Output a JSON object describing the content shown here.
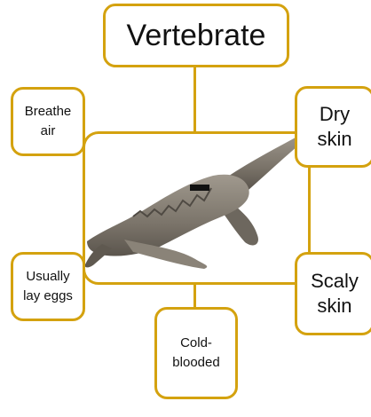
{
  "diagram": {
    "title": "Vertebrate",
    "center_image": "crocodile",
    "accent_color": "#d4a20f",
    "traits": {
      "breathe_air": "Breathe\nair",
      "dry_skin": "Dry\nskin",
      "usually_lay_eggs": "Usually\nlay eggs",
      "scaly_skin": "Scaly\nskin",
      "cold_blooded": "Cold-\nblooded"
    }
  }
}
